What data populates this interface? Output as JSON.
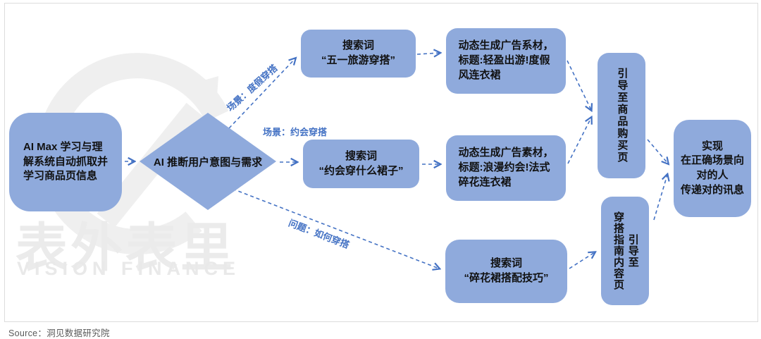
{
  "colors": {
    "node_fill": "#8faadc",
    "arrow": "#4472c4",
    "edge_label": "#4472c4",
    "node_text": "#111111",
    "watermark": "#ebebeb",
    "frame_border": "#dcdcdc",
    "source_text": "#595959"
  },
  "nodes": {
    "learn": "AI Max 学习与理\n解系统自动抓取并\n学习商品页信息",
    "infer": "AI 推断用户意图与需求",
    "search_vacation": "搜索词\n“五一旅游穿搭”",
    "search_date": "搜索词\n“约会穿什么裙子”",
    "search_skirt": "搜索词\n“碎花裙搭配技巧”",
    "ad_vacation": "动态生成广告系材，\n标题:轻盈出游!度假\n风连衣裙",
    "ad_date": "动态生成广告素材，\n标题:浪漫约会!法式\n碎花连衣裙",
    "guide_purchase": "引导至商品购买页",
    "guide_content": "引导至\n穿搭指南内容页",
    "result": "实现\n在正确场景向\n对的人\n传递对的讯息"
  },
  "edge_labels": {
    "vacation": "场景：度假穿搭",
    "date": "场景：约会穿搭",
    "question": "问题：如何穿搭"
  },
  "watermark": {
    "cn": "表外表里",
    "en": "VISION FINANCE"
  },
  "source": "Source：洞见数据研究院"
}
